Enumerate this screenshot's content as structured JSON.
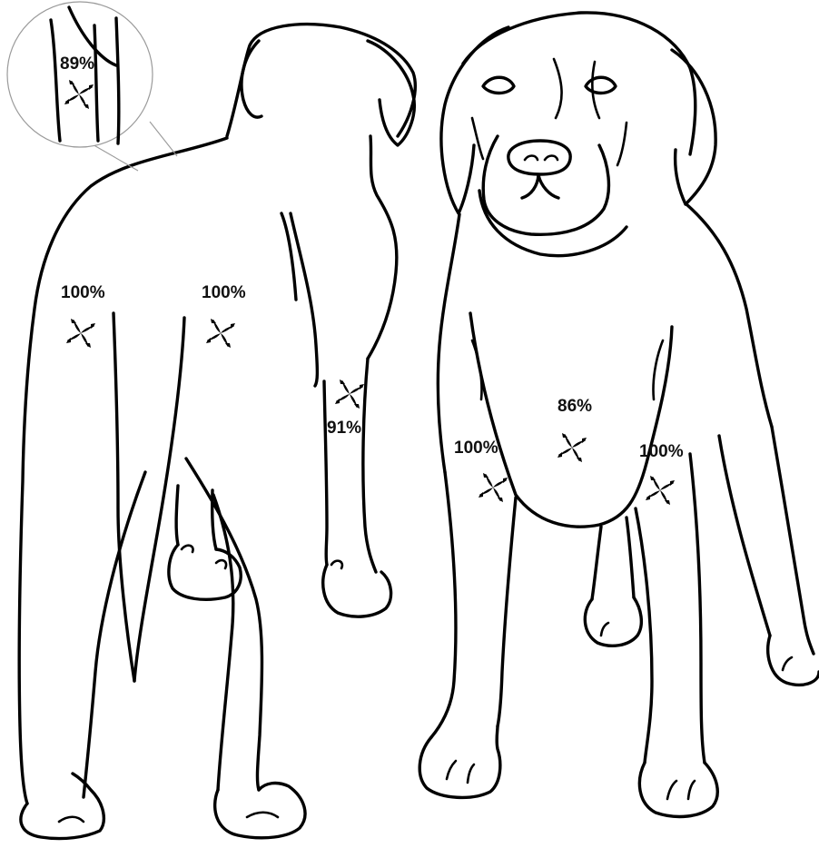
{
  "labels": {
    "inset_leg": "89%",
    "rear_left_thigh": "100%",
    "rear_right_thigh": "100%",
    "rear_hock": "91%",
    "front_left_leg": "100%",
    "chest": "86%",
    "front_right_leg": "100%"
  },
  "icons": {
    "sweat_symbol": "radiating-arrows-icon",
    "magnifier_inset": "zoom-circle-icon"
  },
  "colors": {
    "line": "#000000",
    "background": "#ffffff",
    "inset_border": "#9a9a9a"
  }
}
